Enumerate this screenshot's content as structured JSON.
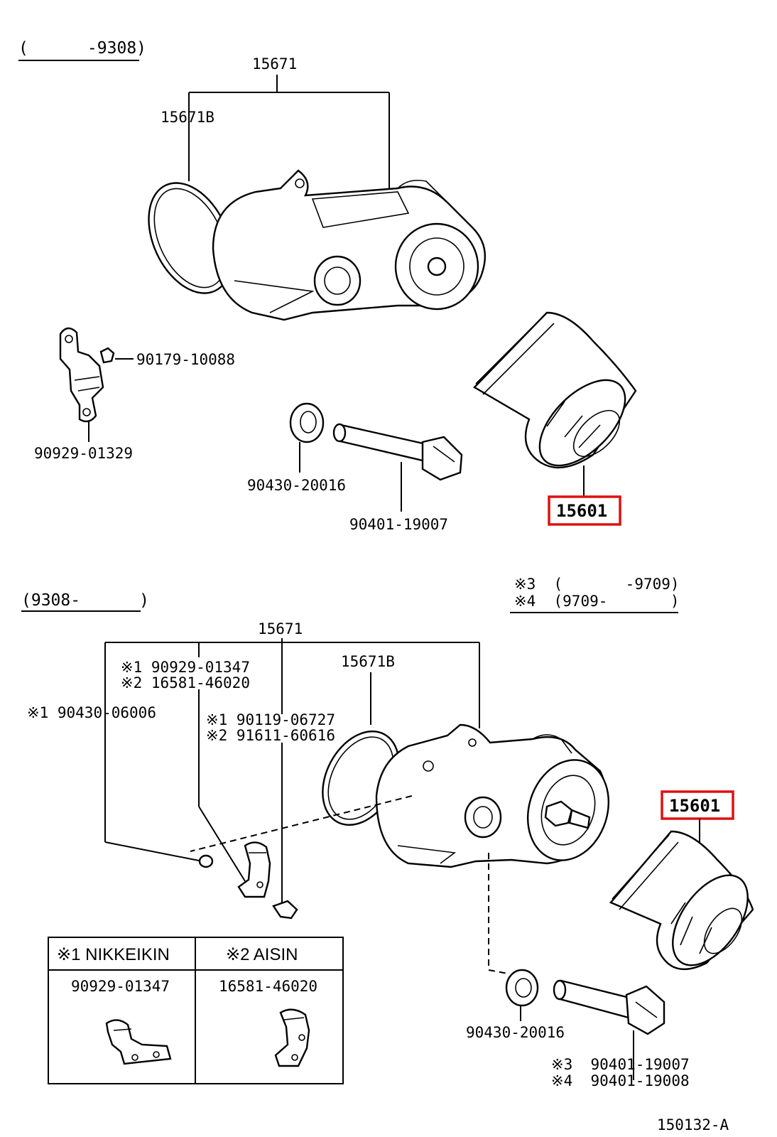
{
  "top_section": {
    "range_label": "(      -9308)",
    "labels": {
      "housing_assy": "15671",
      "gasket": "15671B",
      "bracket_bolt": "90179-10088",
      "bracket": "90929-01329",
      "washer": "90430-20016",
      "union_bolt": "90401-19007",
      "oil_filter": "15601"
    }
  },
  "bottom_section": {
    "range_label": "(9308-      )",
    "note_line_1": "※3  (       -9709)",
    "note_line_2": "※4  (9709-       )",
    "labels": {
      "housing_assy": "15671",
      "gasket": "15671B",
      "bracket_a_1": "※1 90929-01347",
      "bracket_a_2": "※2 16581-46020",
      "bolt_a_1": "※1 90430-06006",
      "bolt_b_1": "※1 90119-06727",
      "bolt_b_2": "※2 91611-60616",
      "washer": "90430-20016",
      "union_bolt_1": "※3  90401-19007",
      "union_bolt_2": "※4  90401-19008",
      "oil_filter": "15601"
    }
  },
  "table": {
    "col1_header": "※1 NIKKEIKIN",
    "col2_header": "※2 AISIN",
    "col1_part": "90929-01347",
    "col2_part": "16581-46020"
  },
  "figure_id": "150132-A",
  "highlight_color": "#e01010"
}
